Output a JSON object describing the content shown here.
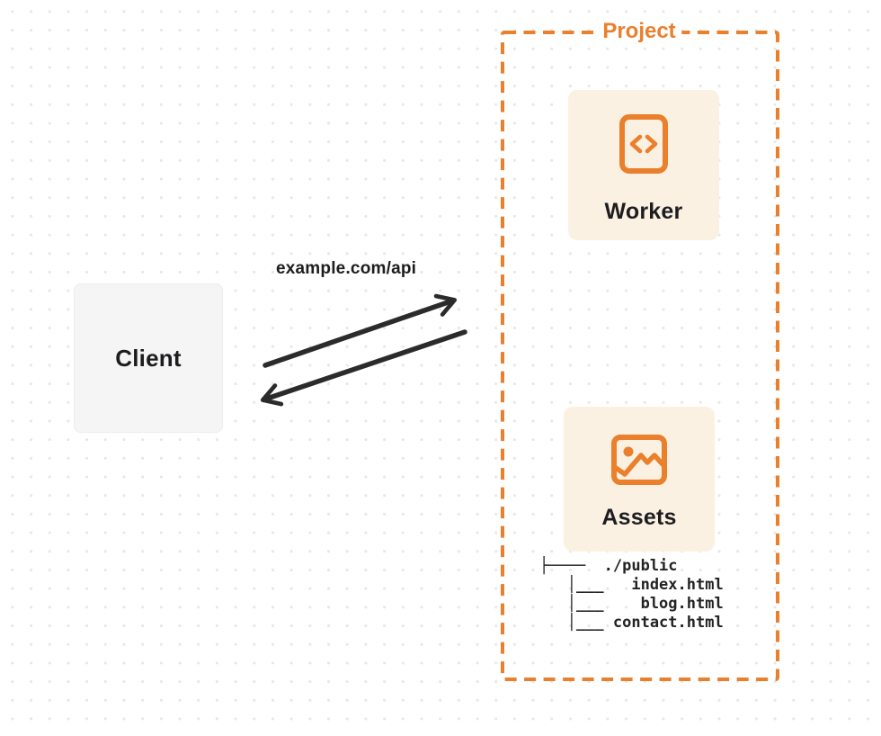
{
  "client": {
    "label": "Client"
  },
  "request": {
    "url_label": "example.com/api"
  },
  "project": {
    "label": "Project",
    "nodes": [
      {
        "label": "Worker",
        "icon": "code-file-icon"
      },
      {
        "label": "Assets",
        "icon": "image-icon"
      }
    ],
    "file_tree": {
      "lines": [
        "├────  ./public",
        "   │___   index.html",
        "   │___    blog.html",
        "   │___ contact.html"
      ]
    }
  },
  "colors": {
    "accent_orange": "#ea7f2c",
    "node_background": "#fbf1e3",
    "client_background": "#f5f5f6",
    "arrow": "#2b2b2b",
    "text_dark": "#1d1d1f",
    "dot_grid": "#e7e7e7"
  }
}
